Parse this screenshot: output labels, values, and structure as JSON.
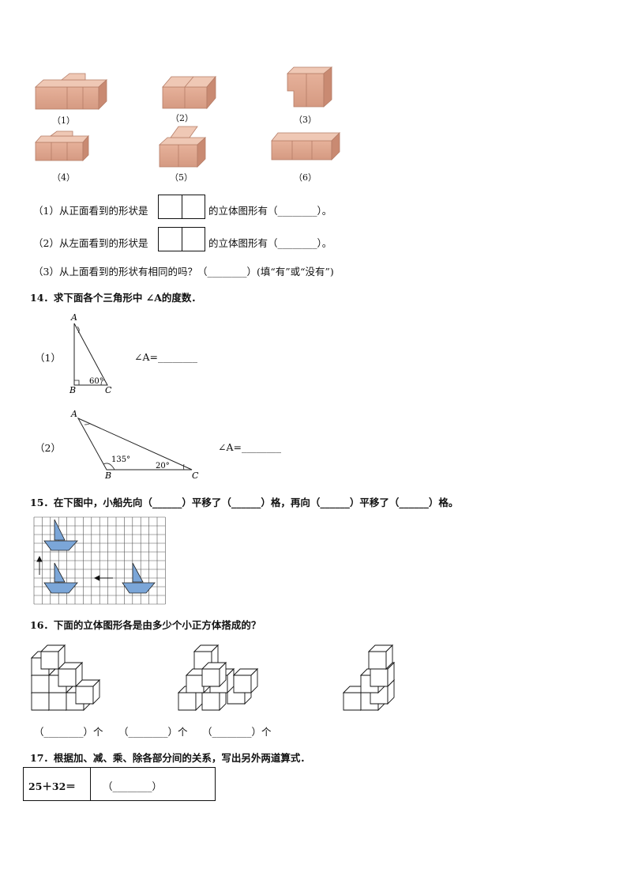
{
  "q13": {
    "figure_labels": [
      "（1）",
      "（2）",
      "（3）",
      "（4）",
      "（5）",
      "（6）"
    ],
    "item1_pre": "（1）从正面看到的形状是",
    "item1_post": "的立体图形有（________）。",
    "item2_pre": "（2）从左面看到的形状是",
    "item2_post": "的立体图形有（________）。",
    "item3": "（3）从上面看到的形状有相同的吗？（________）(填“有”或“没有”)"
  },
  "q14": {
    "title": "14．求下面各个三角形中   ∠A的度数．",
    "part1_label": "（1）",
    "part1_answer": "∠A=________",
    "part2_label": "（2）",
    "part2_answer": "∠A=________",
    "tri1": {
      "A": "A",
      "B": "B",
      "C": "C",
      "angle_c": "60°"
    },
    "tri2": {
      "A": "A",
      "B": "B",
      "C": "C",
      "angle_b": "135°",
      "angle_c": "20°"
    }
  },
  "q15": {
    "title": "15．在下图中，小船先向（______）平移了（______）格，再向（______）平移了（______）格。",
    "boat_color": "#7ba6d8"
  },
  "q16": {
    "title": "16．下面的立体图形各是由多少个小正方体搭成的？",
    "answers": [
      "（________）个",
      "（________）个",
      "（________）个"
    ]
  },
  "q17": {
    "title": "17．根据加、减、乘、除各部分间的关系，写出另外两道算式．",
    "expr": "25＋32＝",
    "answer": "（________）"
  }
}
